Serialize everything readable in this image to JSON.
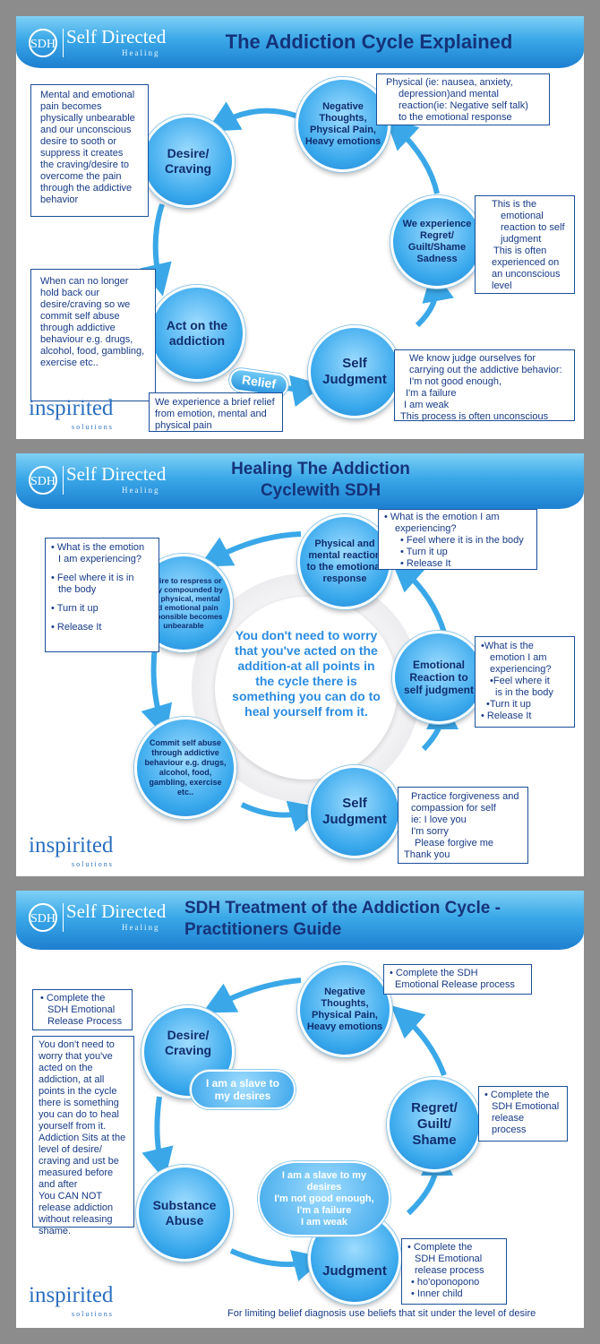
{
  "logo": {
    "mark": "SDH",
    "name": "Self Directed",
    "sub": "Healing"
  },
  "brand": {
    "name": "inspirited",
    "sub": "solutions"
  },
  "panel1": {
    "title": "The Addiction Cycle Explained",
    "circles": {
      "negative": "Negative Thoughts, Physical Pain, Heavy emotions",
      "desire": "Desire/ Craving",
      "regret": "We experience Regret/ Guilt/Shame Sadness",
      "act": "Act on the addiction",
      "self": "Self Judgment"
    },
    "relief_label": "Relief",
    "notes": {
      "physical": [
        "Physical (ie: nausea, anxiety,",
        "depression)and mental",
        "reaction(ie: Negative self talk)",
        "to the emotional response"
      ],
      "mental": "Mental and emotional pain becomes physically unbearable and our unconscious desire to sooth or suppress it creates the craving/desire to overcome the pain through the addictive behavior",
      "emotional": [
        "This is the",
        "emotional",
        "reaction to self",
        "judgment",
        "This is often",
        "experienced on",
        "an unconscious",
        "level"
      ],
      "hold": "When can no longer hold back our desire/craving so we commit self abuse through addictive behaviour e.g. drugs, alcohol, food, gambling, exercise etc..",
      "judge": [
        "We know judge ourselves for",
        "carrying out the addictive behavior:",
        "I'm not good enough,",
        "I'm a failure",
        "I am weak",
        "This process is often unconscious"
      ],
      "relief_note": "We experience a brief relief from emotion, mental and physical pain"
    }
  },
  "panel2": {
    "title": "Healing The Addiction Cyclewith SDH",
    "circles": {
      "physical": "Physical and mental reaction to the emotional response",
      "desire": "Desire to respress or deny compounded by the physical, mental and emotional pain responsible becomes unbearable",
      "emotional": "Emotional Reaction to self judgment",
      "commit": "Commit self abuse through addictive behaviour e.g. drugs, alcohol, food, gambling, exercise etc..",
      "self": "Self Judgment"
    },
    "center": "You don't need to worry that you've acted on the addition-at all points in the cycle there is something you can do to heal yourself from it.",
    "notes": {
      "top": [
        "• What is the emotion I am",
        "experiencing?",
        "• Feel where it is in the body",
        "• Turn it up",
        "• Release It"
      ],
      "left": [
        "• What is the emotion",
        "I am experiencing?",
        "",
        "• Feel where it is in",
        "the body",
        "",
        "• Turn it up",
        "",
        "• Release It"
      ],
      "right": [
        "•What is the",
        "emotion I am",
        "experiencing?",
        "•Feel where it",
        "is in the body",
        "•Turn it up",
        "• Release It"
      ],
      "bottom": [
        "Practice forgiveness and",
        "compassion for self",
        "ie: I love you",
        "I'm sorry",
        "Please forgive me",
        "Thank you"
      ]
    }
  },
  "panel3": {
    "title": "SDH Treatment of the Addiction Cycle -Practitioners Guide",
    "circles": {
      "negative": "Negative Thoughts, Physical Pain, Heavy emotions",
      "desire": "Desire/ Craving",
      "regret": "Regret/ Guilt/ Shame",
      "substance": "Substance Abuse",
      "judgment": "Judgment"
    },
    "clouds": {
      "slave": "I am a slave to my desires",
      "big": [
        "I am a slave to my",
        "desires",
        "I'm not good enough,",
        "I'm a failure",
        "I am weak"
      ]
    },
    "notes": {
      "top_right": [
        "• Complete the SDH",
        "Emotional Release process"
      ],
      "top_left": [
        "• Complete the",
        "SDH Emotional",
        "Release Process"
      ],
      "left": [
        "You don't need to",
        "worry that you've",
        "acted on the",
        "addiction, at all",
        "points in the cycle",
        "there is something",
        "you can do to heal",
        "yourself from it.",
        "Addiction Sits at the",
        "level of desire/",
        "craving and ust be",
        "measured before",
        "and after",
        "You CAN NOT",
        "release addiction",
        "without releasing",
        "shame."
      ],
      "right": [
        "• Complete the",
        "SDH Emotional",
        "release",
        "process"
      ],
      "bottom": [
        "• Complete the",
        "SDH Emotional",
        "release process",
        "• ho'oponopono",
        "• Inner child"
      ],
      "footer": "For limiting belief diagnosis use beliefs that sit under the level of desire"
    }
  }
}
